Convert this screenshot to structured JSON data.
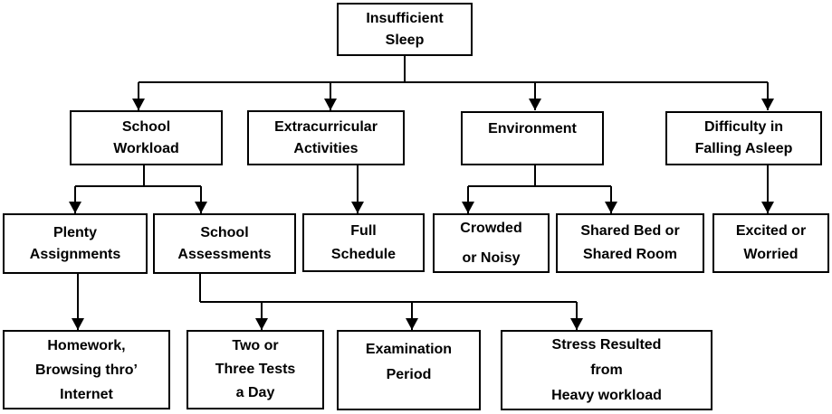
{
  "colors": {
    "background": "#ffffff",
    "box_fill": "#ffffff",
    "box_border": "#000000",
    "text": "#000000",
    "line": "#000000"
  },
  "nodes": {
    "root": {
      "label": "Insufficient\nSleep"
    },
    "workload": {
      "label": "School\nWorkload"
    },
    "extracurricular": {
      "label": "Extracurricular\nActivities"
    },
    "environment": {
      "label": "Environment"
    },
    "difficulty": {
      "label": "Difficulty in\nFalling Asleep"
    },
    "plenty": {
      "label": "Plenty\nAssignments"
    },
    "assessments": {
      "label": "School\nAssessments"
    },
    "full_schedule": {
      "label": "Full\nSchedule"
    },
    "crowded": {
      "label": "Crowded\nor Noisy"
    },
    "shared": {
      "label": "Shared Bed or\nShared Room"
    },
    "excited": {
      "label": "Excited or\nWorried"
    },
    "homework": {
      "label": "Homework,\nBrowsing thro’\nInternet"
    },
    "tests": {
      "label": "Two or\nThree Tests\na Day"
    },
    "exam": {
      "label": "Examination\nPeriod"
    },
    "stress": {
      "label": "Stress Resulted\nfrom\nHeavy workload"
    }
  },
  "edges": [
    {
      "from": "root",
      "to": "workload"
    },
    {
      "from": "root",
      "to": "extracurricular"
    },
    {
      "from": "root",
      "to": "environment"
    },
    {
      "from": "root",
      "to": "difficulty"
    },
    {
      "from": "workload",
      "to": "plenty"
    },
    {
      "from": "workload",
      "to": "assessments"
    },
    {
      "from": "extracurricular",
      "to": "full_schedule"
    },
    {
      "from": "environment",
      "to": "crowded"
    },
    {
      "from": "environment",
      "to": "shared"
    },
    {
      "from": "difficulty",
      "to": "excited"
    },
    {
      "from": "plenty",
      "to": "homework"
    },
    {
      "from": "assessments",
      "to": "tests"
    },
    {
      "from": "assessments",
      "to": "exam"
    },
    {
      "from": "assessments",
      "to": "stress"
    }
  ]
}
